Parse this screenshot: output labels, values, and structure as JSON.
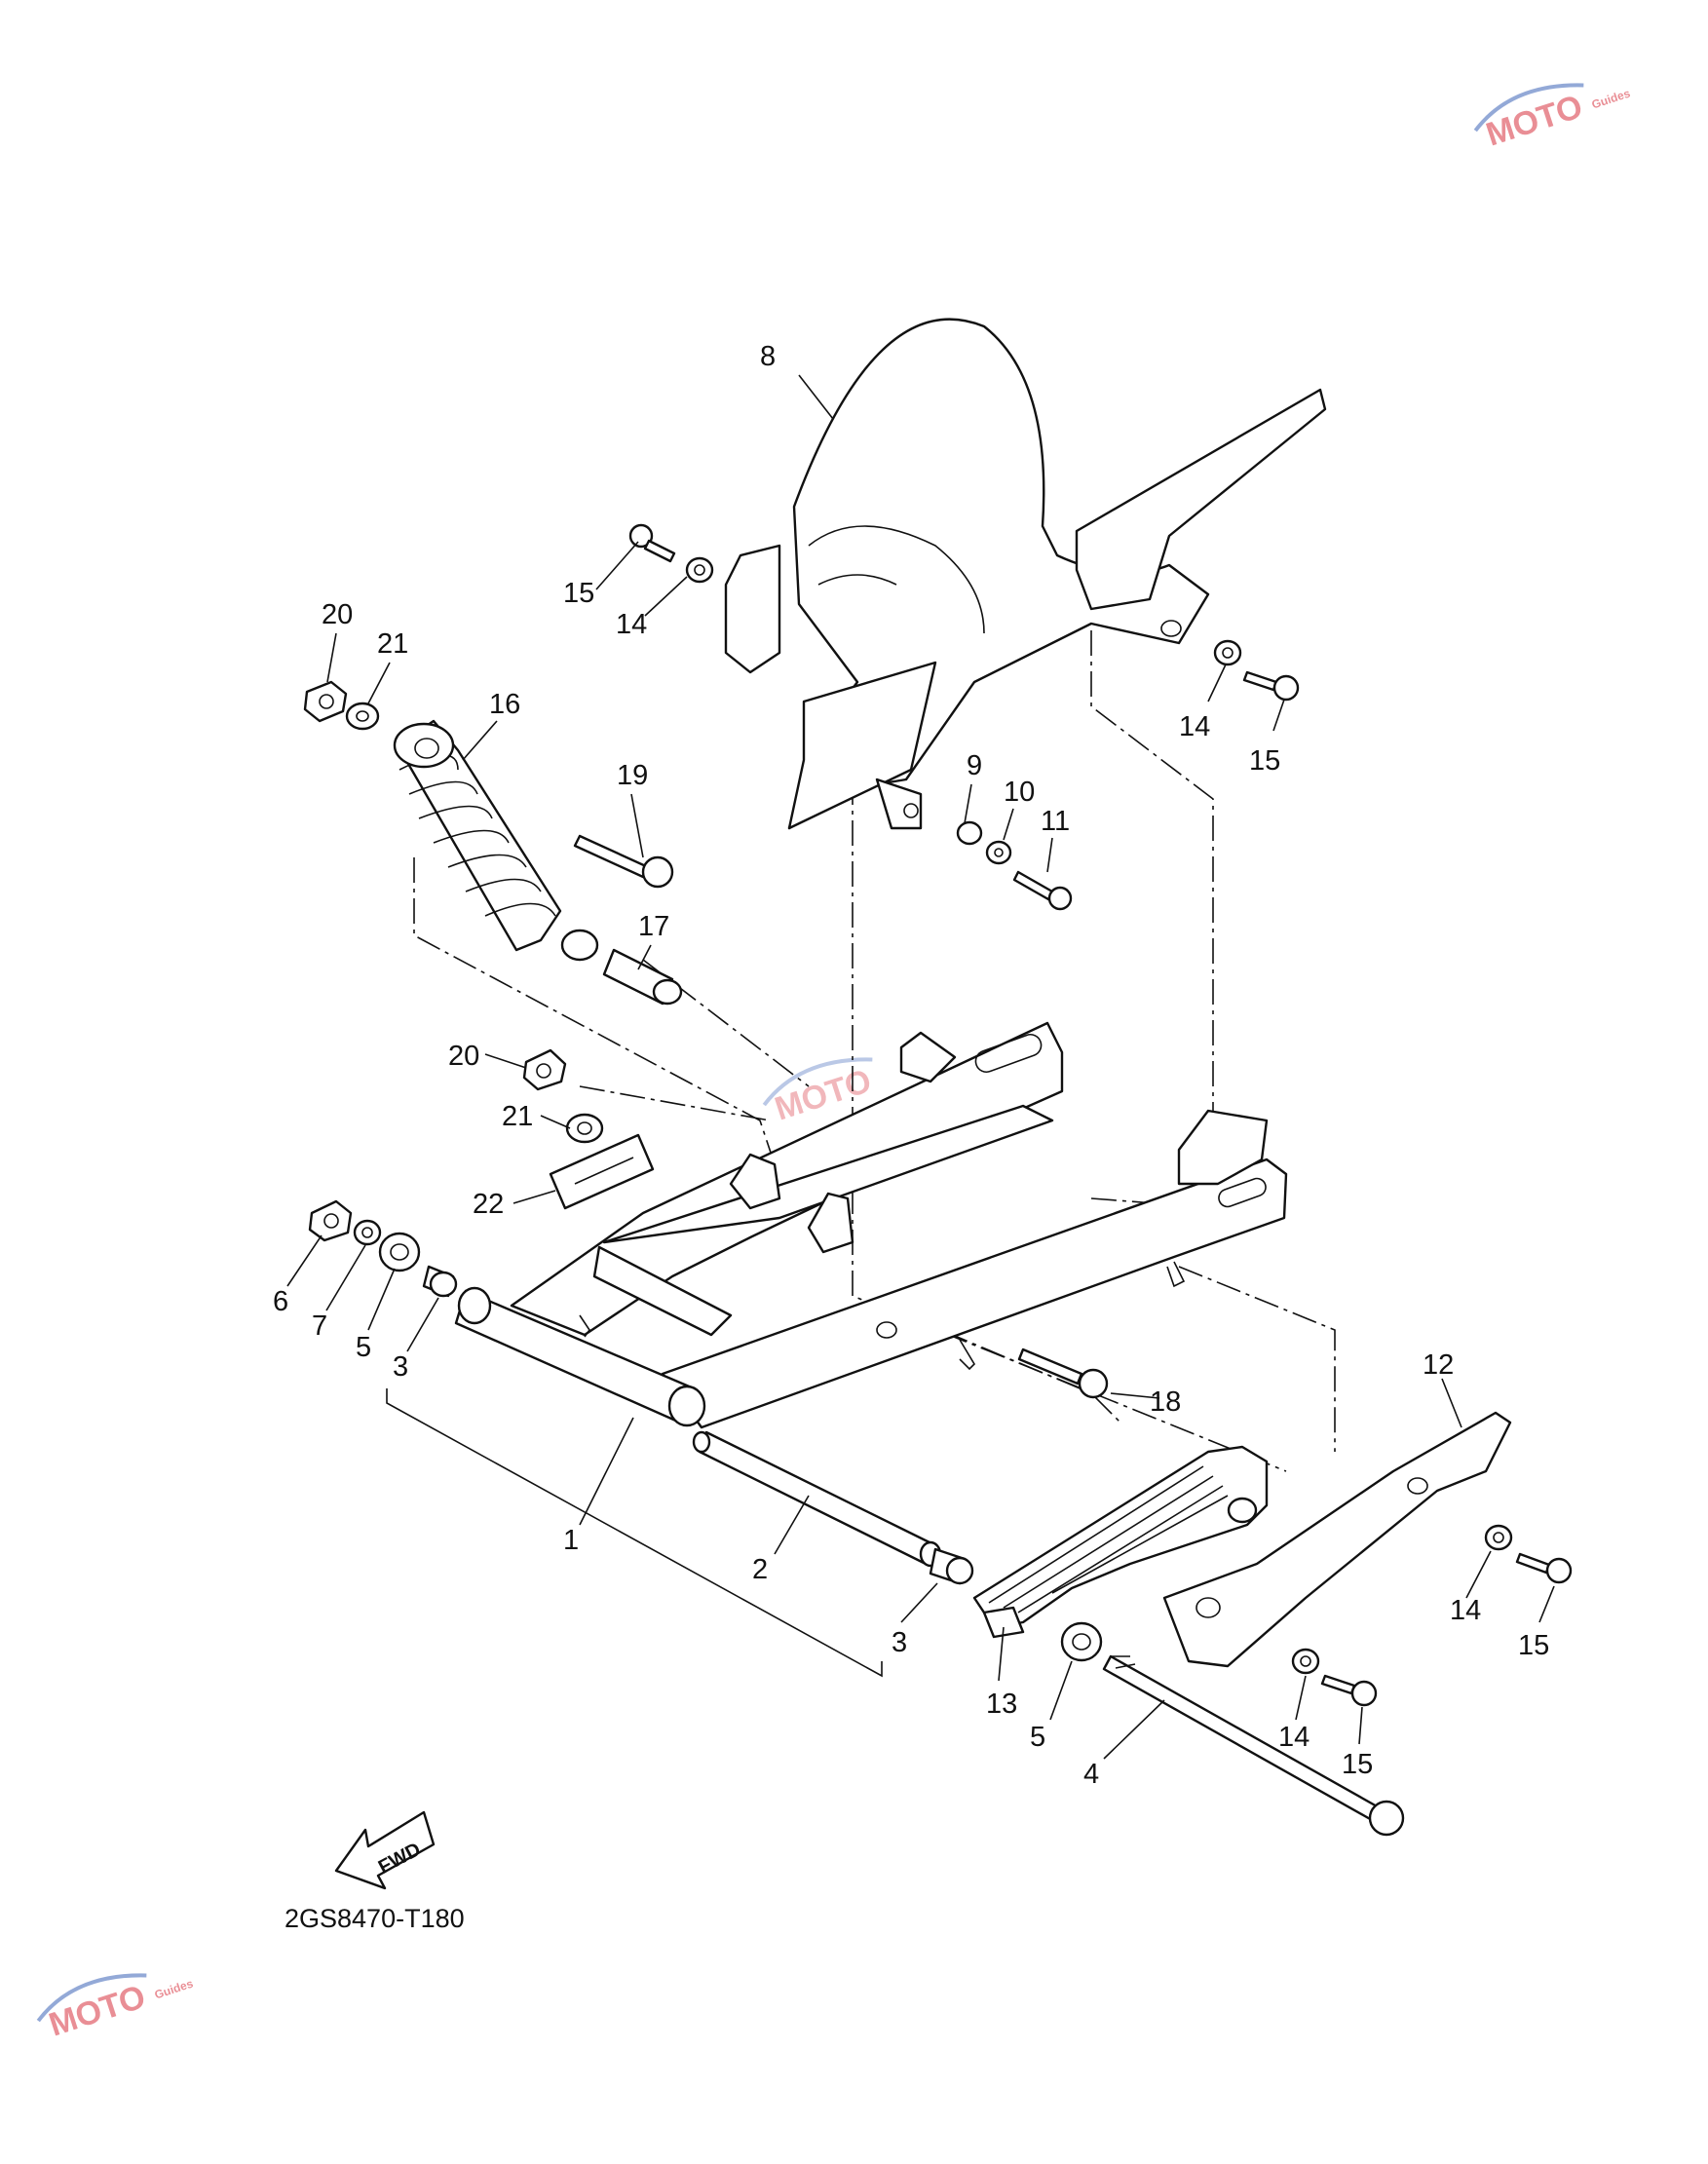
{
  "diagram": {
    "drawing_code": "2GS8470-T180",
    "direction_label": "FWD",
    "watermark_text": "MOTO",
    "watermark_subtext": "Guides",
    "colors": {
      "line": "#111111",
      "paper": "#ffffff",
      "watermark_red": "#d8333f",
      "watermark_blue": "#3b63b8"
    },
    "callouts": [
      "1",
      "2",
      "3",
      "3",
      "4",
      "5",
      "5",
      "6",
      "7",
      "8",
      "9",
      "10",
      "11",
      "12",
      "13",
      "14",
      "14",
      "14",
      "14",
      "15",
      "15",
      "15",
      "15",
      "16",
      "17",
      "18",
      "19",
      "20",
      "20",
      "21",
      "21",
      "22"
    ]
  }
}
